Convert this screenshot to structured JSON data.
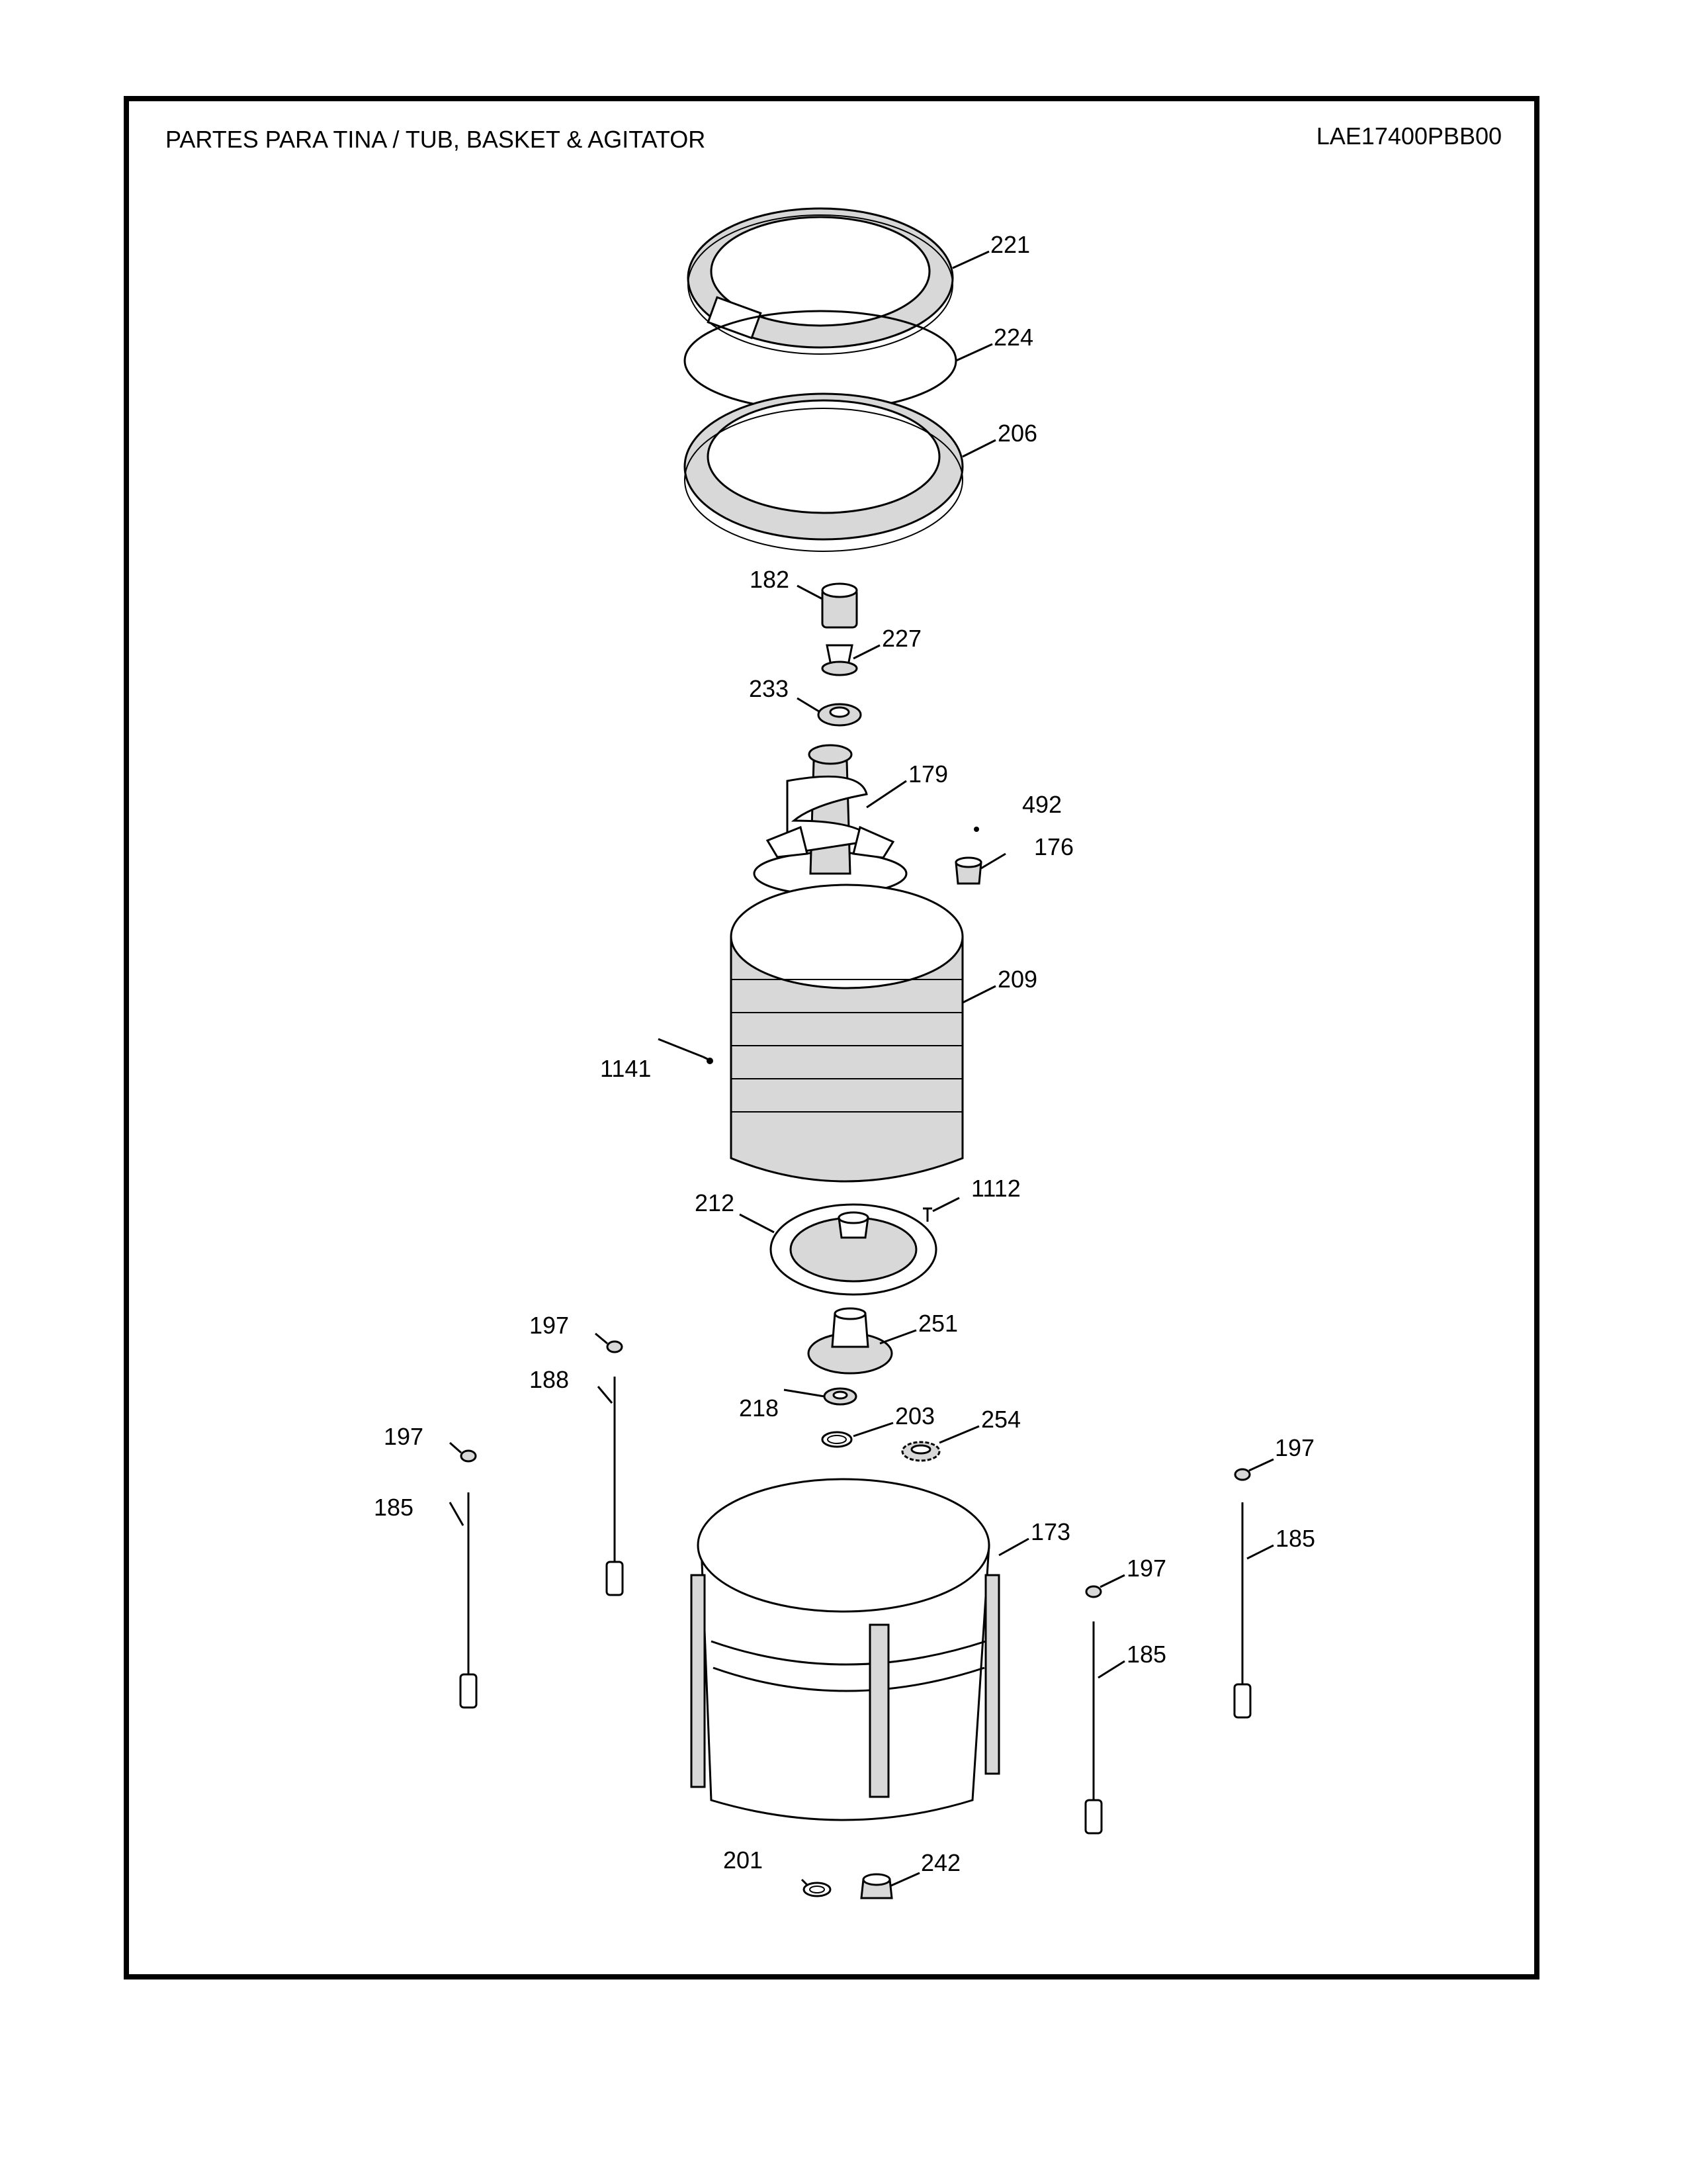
{
  "header": {
    "title": "PARTES PARA TINA  /  TUB, BASKET & AGITATOR",
    "model": "LAE17400PBB00"
  },
  "callouts": {
    "p221": "221",
    "p224": "224",
    "p206": "206",
    "p182": "182",
    "p227": "227",
    "p233": "233",
    "p179": "179",
    "p492": "492",
    "p176": "176",
    "p209": "209",
    "p1141": "1141",
    "p212": "212",
    "p1112": "1112",
    "p197a": "197",
    "p251": "251",
    "p188": "188",
    "p218": "218",
    "p203": "203",
    "p254": "254",
    "p197b": "197",
    "p197c": "197",
    "p185a": "185",
    "p185b": "185",
    "p173": "173",
    "p197d": "197",
    "p185c": "185",
    "p201": "201",
    "p242": "242"
  }
}
